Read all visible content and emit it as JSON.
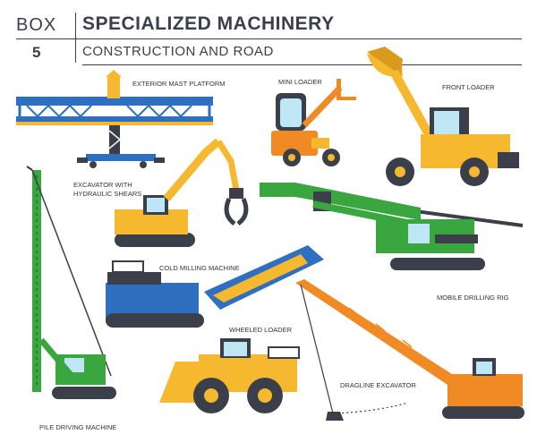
{
  "header": {
    "box_label": "BOX",
    "box_number": "5",
    "title": "SPECIALIZED MACHINERY",
    "subtitle": "CONSTRUCTION AND ROAD"
  },
  "machines": {
    "exterior_mast_platform": "EXTERIOR MAST PLATFORM",
    "mini_loader": "MINI LOADER",
    "front_loader": "FRONT LOADER",
    "excavator_line1": "EXCAVATOR WITH",
    "excavator_line2": "HYDRAULIC SHEARS",
    "cold_milling_machine": "COLD MILLING MACHINE",
    "mobile_drilling_rig": "MOBILE DRILLING RIG",
    "wheeled_loader": "WHEELED LOADER",
    "dragline_excavator": "DRAGLINE EXCAVATOR",
    "pile_driving_machine": "PILE DRIVING MACHINE"
  },
  "colors": {
    "yellow": "#f5b82e",
    "orange": "#f08a24",
    "green": "#3aa640",
    "blue": "#2f6fc0",
    "dark": "#3a3f4a",
    "lightblue": "#bfe6f5"
  }
}
